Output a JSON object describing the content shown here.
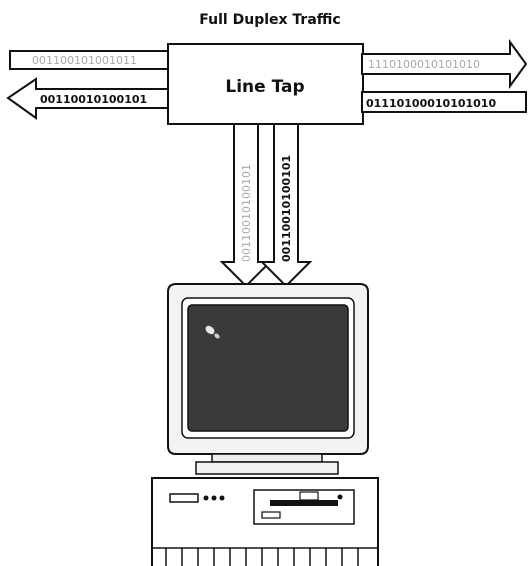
{
  "title": "Full Duplex Traffic",
  "tap_label": "Line Tap",
  "streams": {
    "left_in": "001100101001011",
    "left_out": "00110010100101",
    "right_out": "1110100010101010",
    "right_in": "01110100010101010",
    "down_light": "00110010100101",
    "down_dark": "00110010100101"
  },
  "colors": {
    "line": "#111111",
    "light_bits": "#a8a8a8",
    "dark_bits": "#111111"
  }
}
